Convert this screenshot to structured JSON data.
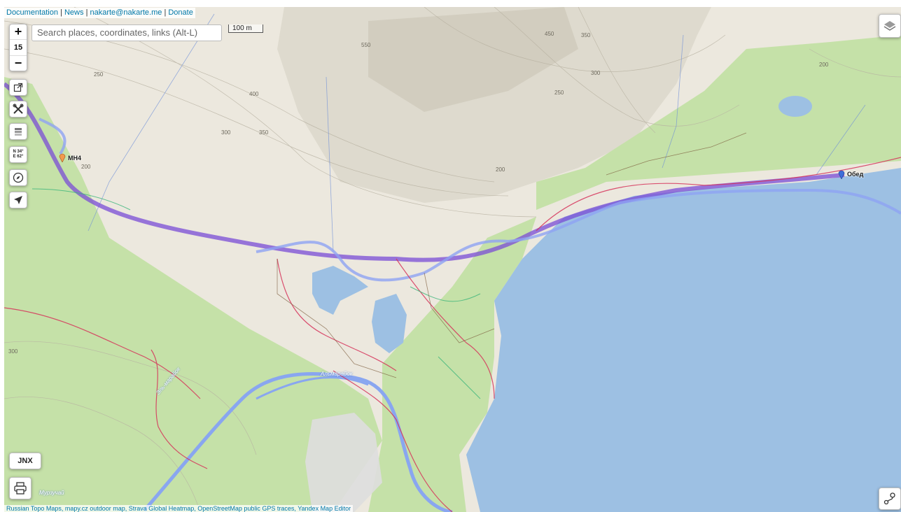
{
  "topbar": {
    "links": [
      "Documentation",
      "News",
      "nakarte@nakarte.me",
      "Donate"
    ],
    "separator": "|"
  },
  "zoom": {
    "in_label": "+",
    "level": "15",
    "out_label": "−"
  },
  "search": {
    "placeholder": "Search places, coordinates, links (Alt-L)"
  },
  "scale": {
    "label": "100 m"
  },
  "coords_button": {
    "lat": "N 34°",
    "lon": "E 62°"
  },
  "jnx_button": {
    "label": "JNX"
  },
  "markers": [
    {
      "name": "МН4",
      "color": "#f29a4c"
    },
    {
      "name": "Обед",
      "color": "#3f6ed8"
    }
  ],
  "river_labels": [
    "Альмарайок",
    "Эль-марайок",
    "Мурзучай"
  ],
  "contour_labels": [
    "250",
    "400",
    "300",
    "350",
    "200",
    "550",
    "450",
    "350",
    "300",
    "250",
    "200",
    "200",
    "300"
  ],
  "attribution": "Russian Topo Maps, mapy.cz outdoor map, Strava Global Heatmap, OpenStreetMap public GPS traces, Yandex Map Editor",
  "colors": {
    "water": "#9dc0e3",
    "forest": "#c5e1a8",
    "land": "#ece8de",
    "heatmap_track": "#7a4cd6",
    "gps_track": "#d6335a",
    "river_blue": "#89a6f0"
  },
  "icons": {
    "layers": "layers-icon",
    "external": "external-link-icon",
    "tools": "tools-icon",
    "layer-stack": "layer-stack-icon",
    "compass": "compass-icon",
    "locate": "locate-arrow-icon",
    "print": "print-icon",
    "route": "route-icon"
  }
}
